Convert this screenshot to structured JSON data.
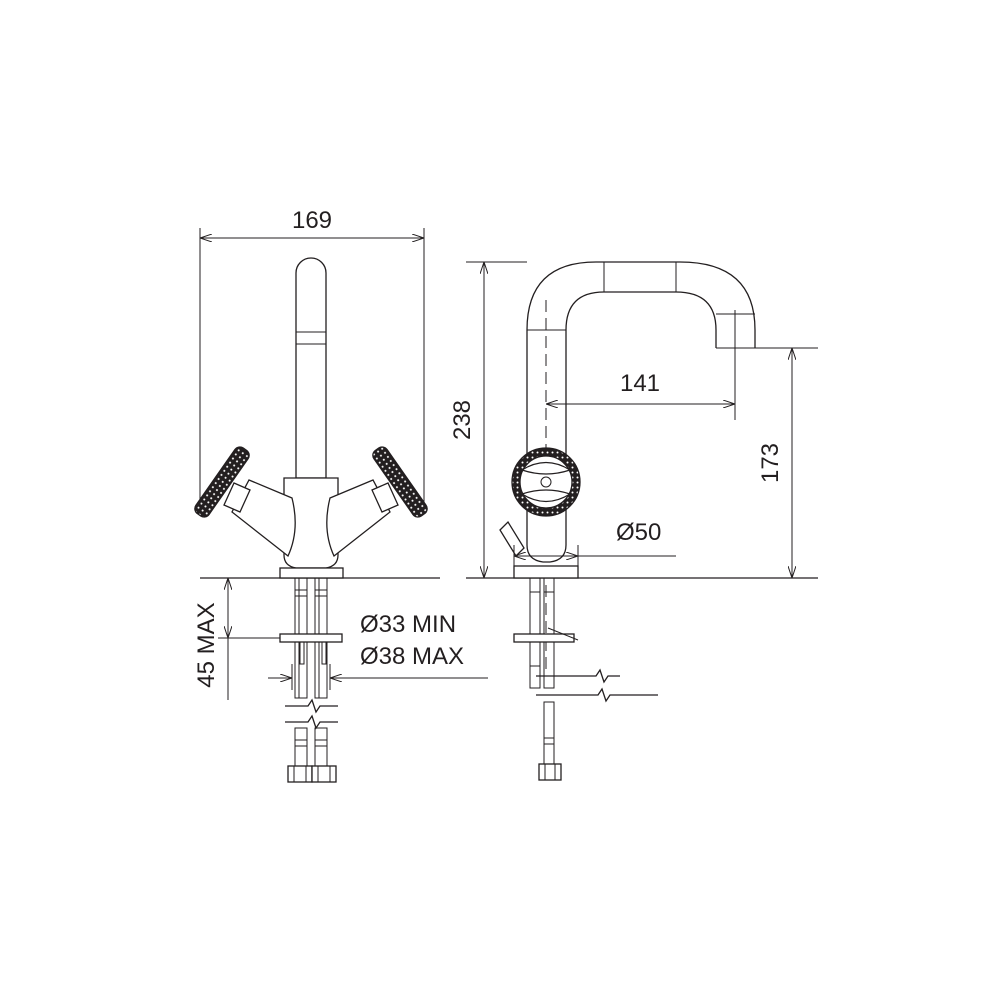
{
  "dimensions": {
    "overall_width": "169",
    "overall_height": "238",
    "spout_reach": "141",
    "spout_height": "173",
    "base_diameter": "Ø50",
    "hole_min": "Ø33 MIN",
    "hole_max": "Ø38 MAX",
    "deck_thickness": "45 MAX"
  },
  "colors": {
    "line": "#231f20",
    "background": "#ffffff"
  }
}
